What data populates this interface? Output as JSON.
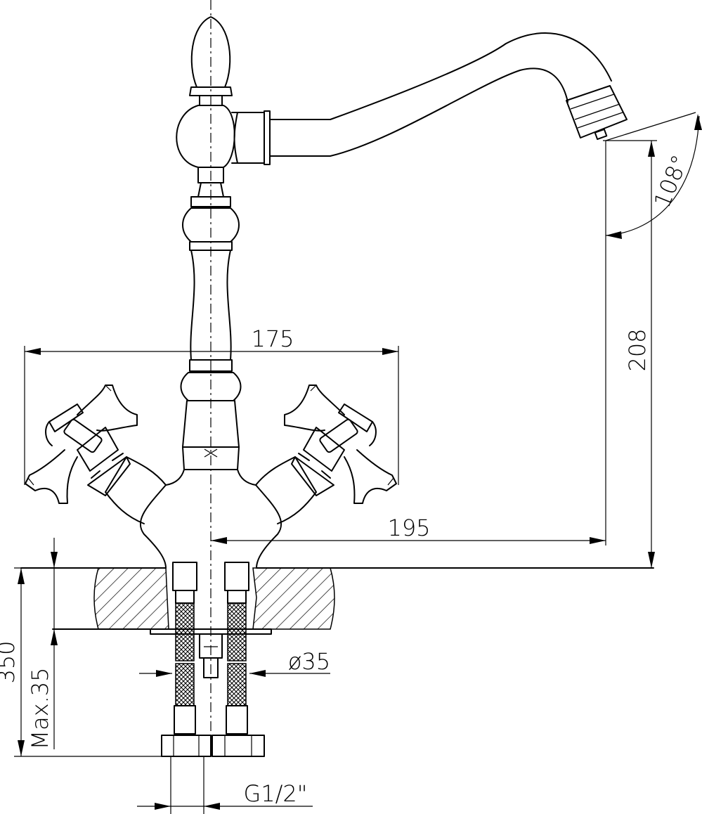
{
  "dimensions": {
    "width_175": "175",
    "projection_195": "195",
    "height_208": "208",
    "angle_108": "108°",
    "total_350": "350",
    "max_thickness": "Max.35",
    "hole_diameter": "ø35",
    "thread": "G1/2\""
  }
}
